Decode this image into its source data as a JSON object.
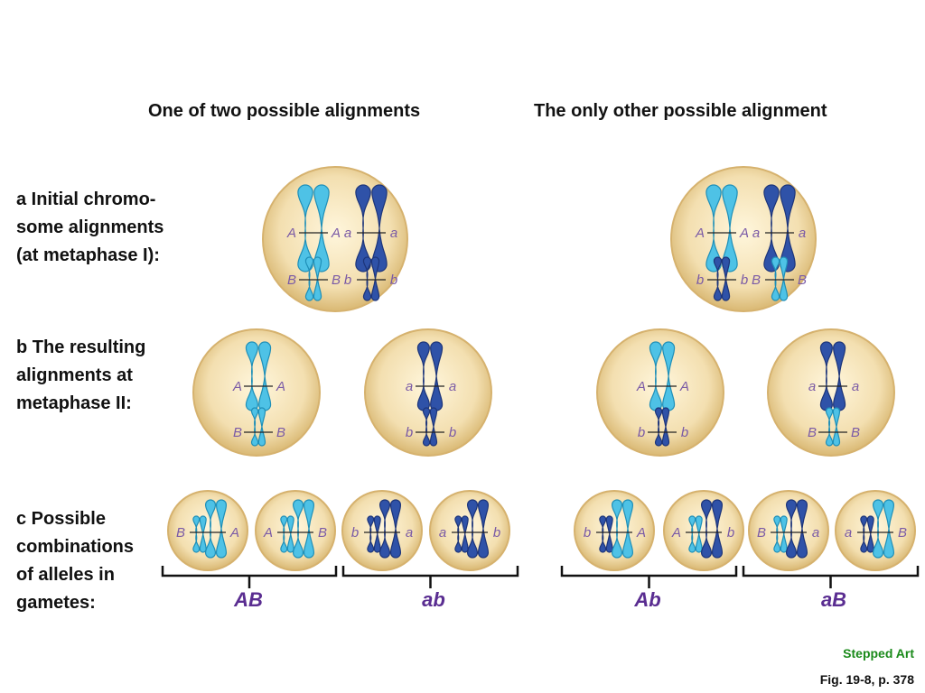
{
  "headings": {
    "left": "One of two possible alignments",
    "right": "The only other possible alignment"
  },
  "row_labels": {
    "a": [
      "a Initial chromo-",
      "some alignments",
      "(at metaphase I):"
    ],
    "b": [
      "b The resulting",
      "alignments at",
      "metaphase II:"
    ],
    "c": [
      "c Possible",
      "combinations",
      "of alleles in",
      "gametes:"
    ]
  },
  "gametes": [
    "AB",
    "ab",
    "Ab",
    "aB"
  ],
  "footer": {
    "stepped": "Stepped Art",
    "figure": "Fig. 19-8, p. 378"
  },
  "alleles": {
    "row_a": [
      [
        "A",
        "A",
        "a",
        "a",
        "B",
        "B",
        "b",
        "b"
      ],
      [
        "A",
        "A",
        "a",
        "a",
        "b",
        "b",
        "B",
        "B"
      ]
    ],
    "row_b": [
      [
        "A",
        "A",
        "B",
        "B"
      ],
      [
        "a",
        "a",
        "b",
        "b"
      ],
      [
        "A",
        "A",
        "b",
        "b"
      ],
      [
        "a",
        "a",
        "B",
        "B"
      ]
    ],
    "row_c": [
      [
        "B",
        "A"
      ],
      [
        "A",
        "B"
      ],
      [
        "b",
        "a"
      ],
      [
        "a",
        "b"
      ],
      [
        "b",
        "A"
      ],
      [
        "A",
        "b"
      ],
      [
        "B",
        "a"
      ],
      [
        "a",
        "B"
      ]
    ]
  },
  "colors": {
    "cell_fill": "#f3dfb0",
    "cell_edge": "#d6b26e",
    "light_chromosome": "#4ec2e6",
    "dark_chromosome": "#2f52a8",
    "allele_text": "#7a5aa6",
    "gamete_text": "#5a2d91",
    "stepped_text": "#1a8a1a"
  }
}
